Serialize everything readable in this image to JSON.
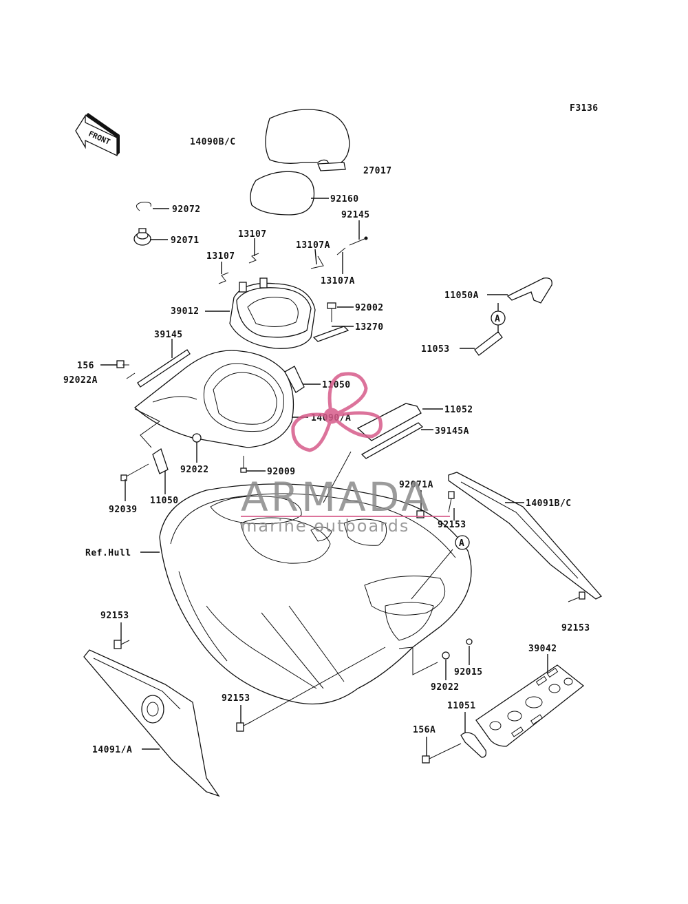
{
  "figure_code": "F3136",
  "front_marker": "FRONT",
  "ref_marker": "A",
  "watermark": {
    "brand": "ARMADA",
    "tagline": "marine outboards",
    "color": "#d65b8a"
  },
  "part_labels": {
    "p14090bc": "14090B/C",
    "p27017": "27017",
    "p92160": "92160",
    "p92072": "92072",
    "p92071": "92071",
    "p13107_top": "13107",
    "p13107_left": "13107",
    "p13107a_top": "13107A",
    "p13107a_bottom": "13107A",
    "p92145": "92145",
    "p39012": "39012",
    "p92002": "92002",
    "p13270": "13270",
    "p11050a": "11050A",
    "p11053": "11053",
    "p39145": "39145",
    "p156": "156",
    "p92022a": "92022A",
    "p11050_right": "11050",
    "p14090a": "14090/A",
    "p11052": "11052",
    "p39145a": "39145A",
    "p92022_left": "92022",
    "p92009": "92009",
    "p92039": "92039",
    "p11050_left": "11050",
    "p92071a": "92071A",
    "p92153_mid": "92153",
    "p14091bc": "14091B/C",
    "ref_hull": "Ref.Hull",
    "p92153_left": "92153",
    "p92153_right": "92153",
    "p39042": "39042",
    "p92015": "92015",
    "p92022_right": "92022",
    "p92153_bottom": "92153",
    "p11051": "11051",
    "p156a": "156A",
    "p14091a": "14091/A"
  }
}
